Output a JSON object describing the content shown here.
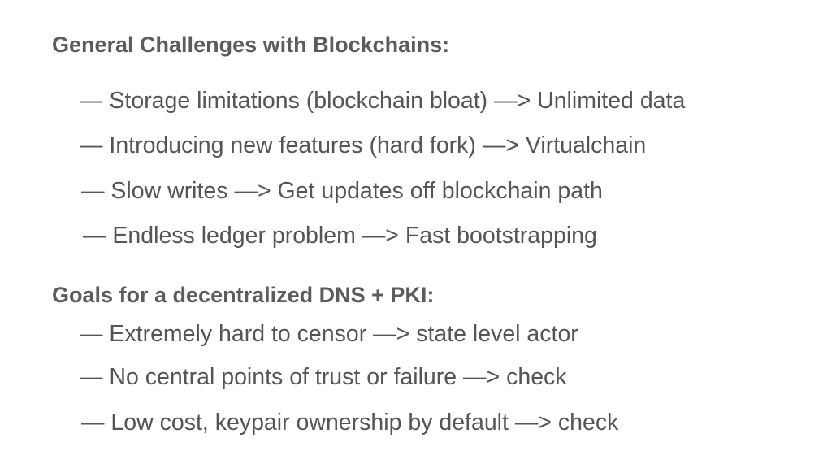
{
  "section_challenges": {
    "heading": "General Challenges with Blockchains:",
    "items": [
      "— Storage limitations (blockchain bloat) —> Unlimited data",
      "— Introducing new features (hard fork) —> Virtualchain",
      "— Slow writes —> Get updates off blockchain path",
      "— Endless ledger problem —> Fast bootstrapping"
    ]
  },
  "section_goals": {
    "heading": "Goals for a decentralized DNS + PKI:",
    "items": [
      "— Extremely hard to censor —> state level actor",
      "— No central points of trust or failure —> check",
      "— Low cost, keypair ownership by default —> check"
    ]
  }
}
